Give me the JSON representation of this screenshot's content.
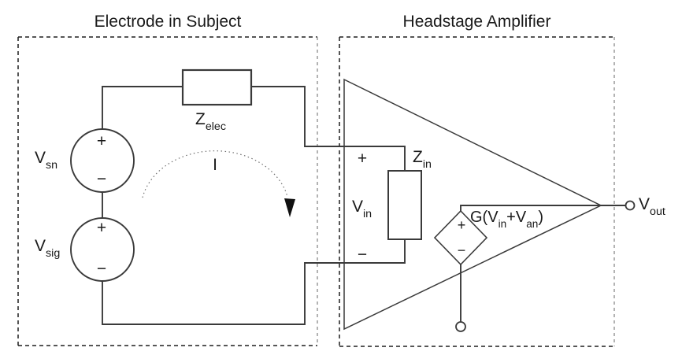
{
  "titles": {
    "left": "Electrode in Subject",
    "right": "Headstage Amplifier"
  },
  "components": {
    "v_sn": {
      "base": "V",
      "sub": "sn"
    },
    "v_sig": {
      "base": "V",
      "sub": "sig"
    },
    "z_elec": {
      "base": "Z",
      "sub": "elec"
    },
    "z_in": {
      "base": "Z",
      "sub": "in"
    },
    "v_in": {
      "base": "V",
      "sub": "in"
    },
    "v_out": {
      "base": "V",
      "sub": "out"
    },
    "current_loop": "I",
    "dependent_source": {
      "pre": "G(V",
      "sub1": "in",
      "mid": "+V",
      "sub2": "an",
      "post": ")"
    }
  },
  "signs": {
    "plus": "+",
    "minus": "−"
  },
  "colors": {
    "line": "#3a3a3a",
    "box_dash": "#1f1f1f",
    "box_dash_gray": "#a0a0a0",
    "text": "#1a1a1a",
    "background": "#ffffff"
  }
}
